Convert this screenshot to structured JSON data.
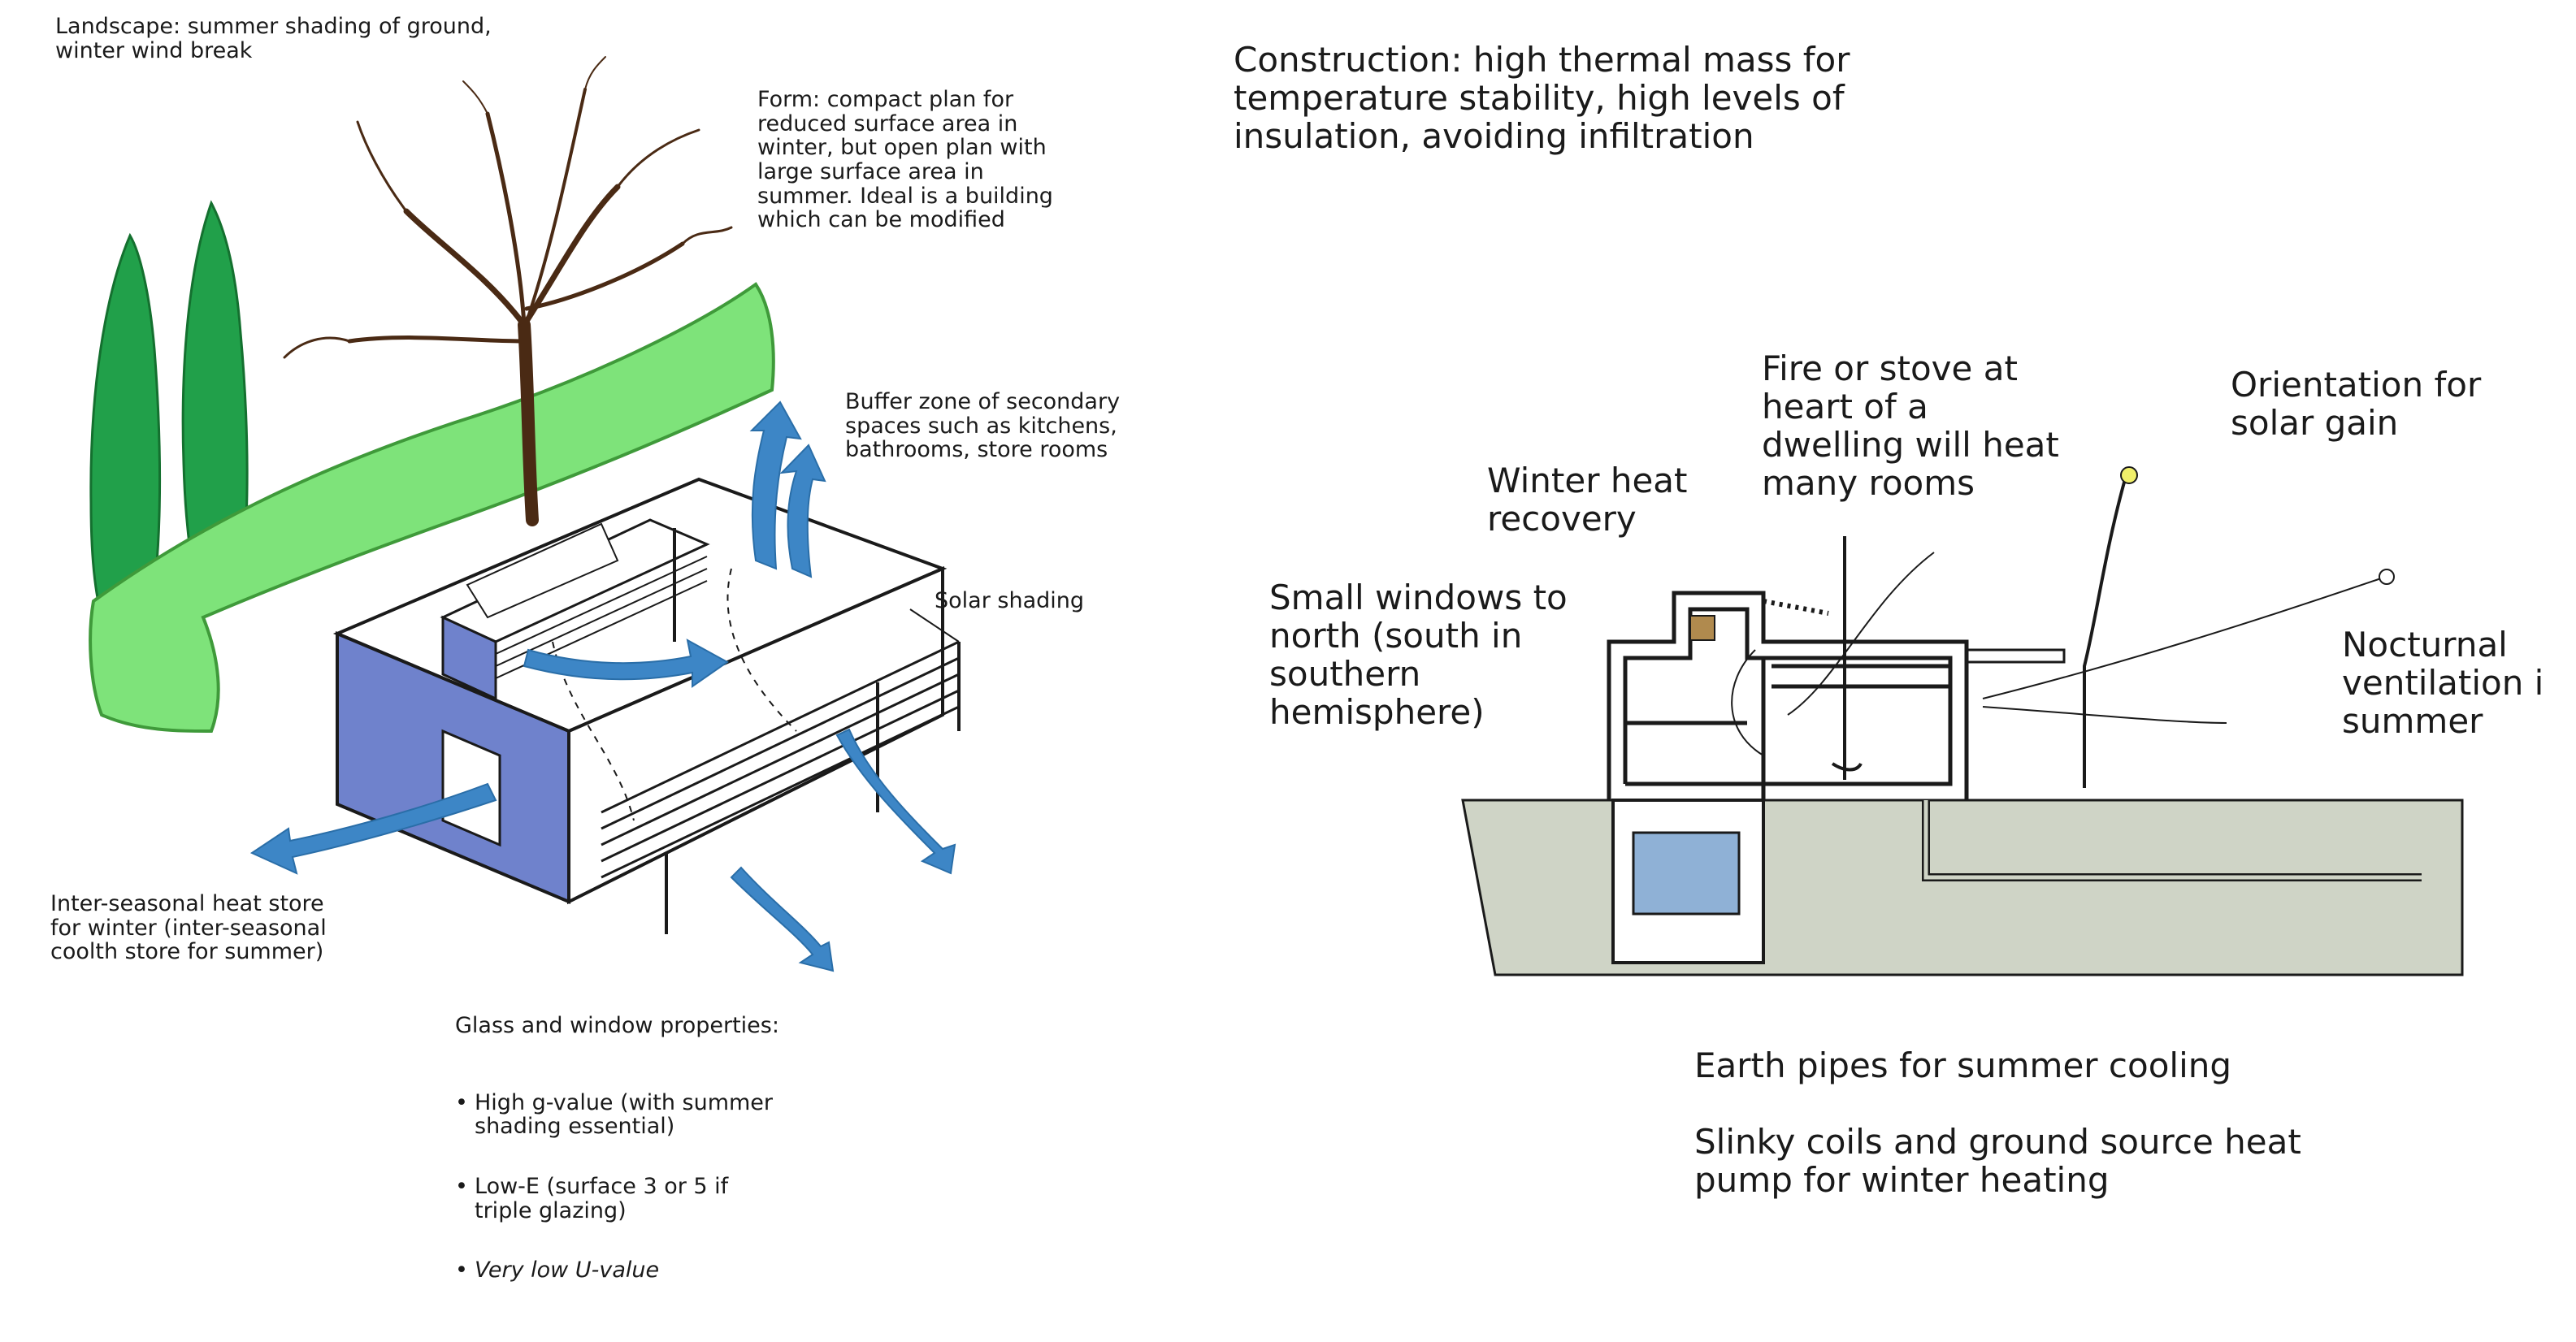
{
  "left_panel": {
    "landscape": "Landscape: summer shading of ground,\nwinter wind break",
    "form": "Form: compact plan for\nreduced surface area in\nwinter, but open plan with\nlarge surface area in\nsummer. Ideal is a building\nwhich can be modified",
    "buffer_zone": "Buffer zone of secondary\nspaces such as kitchens,\nbathrooms, store rooms",
    "solar_shading": "Solar shading",
    "heat_store": "Inter-seasonal heat store\nfor winter (inter-seasonal\ncoolth store for summer)",
    "glass_title": "Glass and window properties:",
    "glass_items": [
      "High g-value (with summer\nshading essential)",
      "Low-E (surface 3 or 5 if\ntriple glazing)",
      "Very low U-value"
    ]
  },
  "right_panel": {
    "construction": "Construction: high thermal mass for\ntemperature stability, high levels of\ninsulation, avoiding infiltration",
    "fire_stove": "Fire or stove at\nheart of a\ndwelling will heat\nmany rooms",
    "orientation": "Orientation for\nsolar gain",
    "winter_heat": "Winter heat\nrecovery",
    "small_windows": "Small windows to\nnorth (south in\nsouthern\nhemisphere)",
    "nocturnal": "Nocturnal\nventilation i\nsummer",
    "earth_pipes": "Earth pipes for summer cooling",
    "slinky": "Slinky coils and ground source heat\npump for winter heating"
  },
  "colors": {
    "hedge": "#7ee37a",
    "hedge_edge": "#3f9a3a",
    "cypress": "#21a04a",
    "trunk": "#4a2a14",
    "arrow": "#3d86c6",
    "wall": "#6f82cc",
    "ground": "#cfd4c6",
    "water": "#8fb1d6"
  }
}
